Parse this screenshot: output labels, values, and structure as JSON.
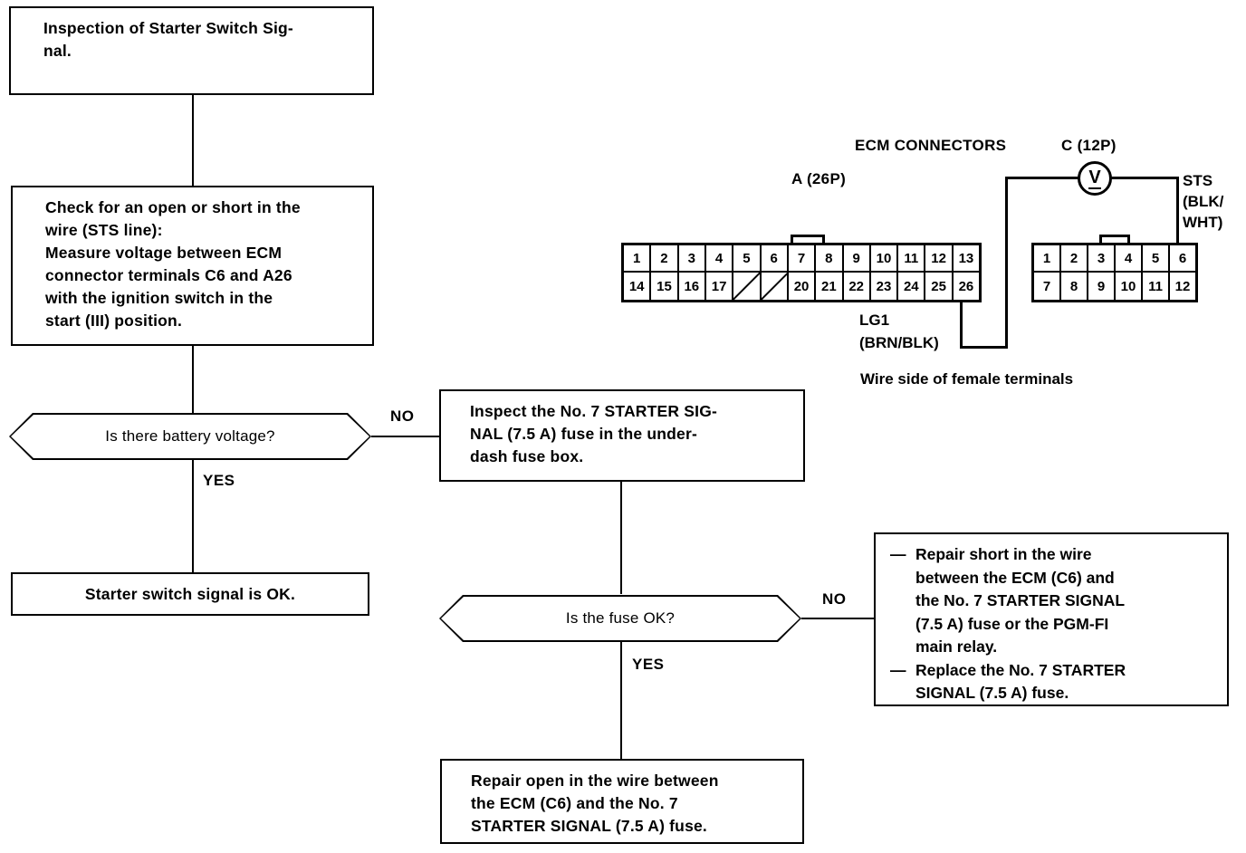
{
  "flow": {
    "start_box": {
      "text": "Inspection of Starter Switch Sig-\nnal."
    },
    "check_box": {
      "text": "Check for an open or short in the\nwire (STS line):\nMeasure voltage between ECM\nconnector terminals C6 and A26\nwith the ignition switch in the\nstart (III) position."
    },
    "decision_battery": {
      "text": "Is there battery voltage?",
      "yes_label": "YES",
      "no_label": "NO"
    },
    "ok_box": {
      "text": "Starter switch signal is OK."
    },
    "inspect_fuse_box": {
      "text": "Inspect the No. 7 STARTER SIG-\nNAL (7.5 A) fuse in the under-\ndash fuse box."
    },
    "decision_fuse": {
      "text": "Is the fuse OK?",
      "yes_label": "YES",
      "no_label": "NO"
    },
    "repair_short_box": {
      "dash": "—",
      "items": [
        "Repair short in the wire\nbetween the ECM (C6) and\nthe No. 7 STARTER SIGNAL\n(7.5 A) fuse or the PGM-FI\nmain relay.",
        "Replace the No. 7 STARTER\nSIGNAL (7.5 A) fuse."
      ]
    },
    "repair_open_box": {
      "text": "Repair open in the wire between\nthe ECM (C6) and the No. 7\nSTARTER SIGNAL (7.5 A) fuse."
    }
  },
  "diagram": {
    "heading": "ECM CONNECTORS",
    "connector_a": {
      "label": "A (26P)",
      "row_top": [
        "1",
        "2",
        "3",
        "4",
        "5",
        "6",
        "7",
        "8",
        "9",
        "10",
        "11",
        "12",
        "13"
      ],
      "row_bottom": [
        "14",
        "15",
        "16",
        "17",
        "",
        "",
        "20",
        "21",
        "22",
        "23",
        "24",
        "25",
        "26"
      ],
      "blank_indices": [
        4,
        5
      ]
    },
    "connector_c": {
      "label": "C (12P)",
      "row_top": [
        "1",
        "2",
        "3",
        "4",
        "5",
        "6"
      ],
      "row_bottom": [
        "7",
        "8",
        "9",
        "10",
        "11",
        "12"
      ]
    },
    "meter": {
      "symbol": "V"
    },
    "wire_sts": {
      "label": "STS\n(BLK/\nWHT)"
    },
    "wire_lg1": {
      "label": "LG1\n(BRN/BLK)"
    },
    "caption": "Wire side of female terminals"
  },
  "colors": {
    "ink": "#000000",
    "paper": "#ffffff"
  }
}
